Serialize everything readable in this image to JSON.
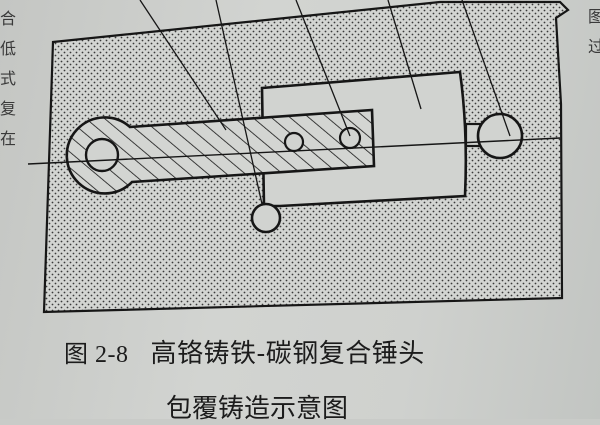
{
  "figure": {
    "number_label": "图 2-8",
    "title_line1": "高铬铸铁-碳钢复合锤头",
    "title_line2": "包覆铸造示意图"
  },
  "margin_text": {
    "left_chars": [
      "合",
      "低",
      "式",
      "复",
      "在"
    ],
    "right_chars": [
      "图",
      "过"
    ]
  },
  "diagram": {
    "description": "Cross-section of composite hammer head casting: stippled mold sand box containing hatched carbon-steel shank with eye hole and two pin holes, enclosed high-chromium cast iron cavity, gating riser (circle) below and spherical riser with neck at right, center line through all, five leader lines from top.",
    "colors": {
      "ink": "#161616",
      "paper": "#cfd1ce",
      "stipple": "#3a3a3a"
    },
    "parts": [
      "mold-sand",
      "steel-shank-hatched",
      "eye-hole",
      "pin-hole-1",
      "pin-hole-2",
      "cast-iron-cavity",
      "bottom-gate-circle",
      "side-riser-sphere",
      "riser-neck",
      "center-line",
      "leader-lines"
    ]
  }
}
